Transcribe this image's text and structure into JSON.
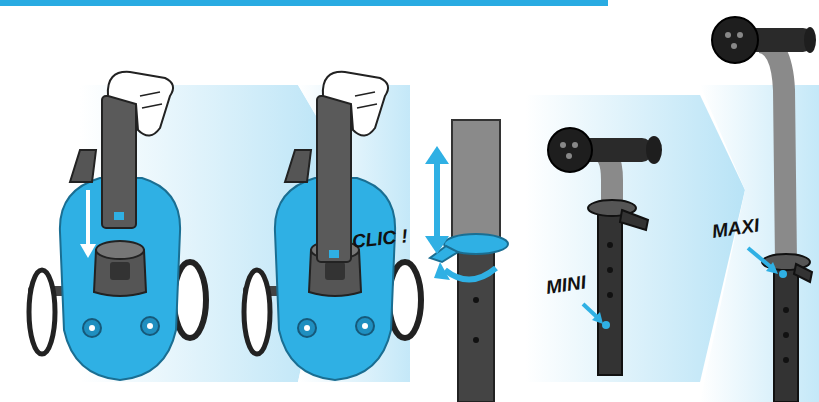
{
  "diagram": {
    "labels": [
      "CLIC !",
      "MINI",
      "MAXI"
    ]
  }
}
